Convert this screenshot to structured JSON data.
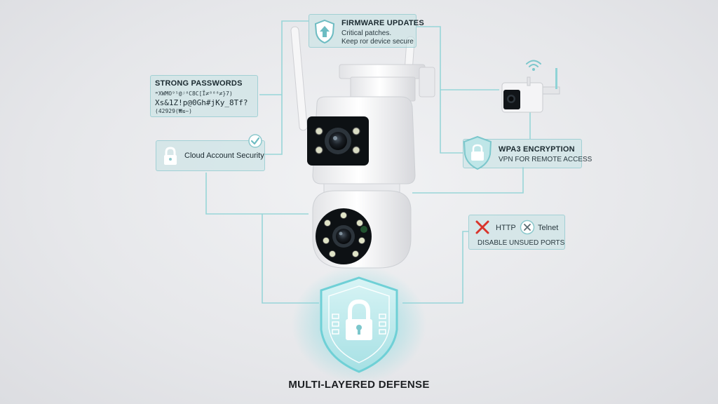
{
  "firmware": {
    "title": "FIRMWARE UPDATES",
    "line1": "Critical patches.",
    "line2": "Keep ror device secure"
  },
  "passwords": {
    "title": "STRONG PASSWORDS",
    "line1": "ʷXWMO⁹⁵@ʲ⁸C8C[Ĩ≠⁸⁸⁸≠}7)",
    "line2": "Xs&1Z!p@0Gh#jKy_8Tf?",
    "line3": "(42929(₩≤~)"
  },
  "cloud": {
    "label": "Cloud Account Security"
  },
  "wpa3": {
    "title": "WPA3 ENCRYPTION",
    "line1": "VPN FOR REMOTE ACCESS"
  },
  "ports": {
    "http": "HTTP",
    "telnet": "Telnet",
    "caption": "DISABLE UNSUED PORTS"
  },
  "defense": {
    "label": "MULTI-LAYERED DEFENSE"
  },
  "colors": {
    "accent": "#7cc7cc",
    "line": "#8fd3d6",
    "panel": "#c4e2e4",
    "danger": "#d9342b"
  },
  "icons": [
    "shield-arrow-icon",
    "padlock-icon",
    "check-circle-icon",
    "shield-lock-icon",
    "x-mark-icon",
    "x-circle-icon",
    "wifi-icon",
    "security-shield-icon"
  ]
}
